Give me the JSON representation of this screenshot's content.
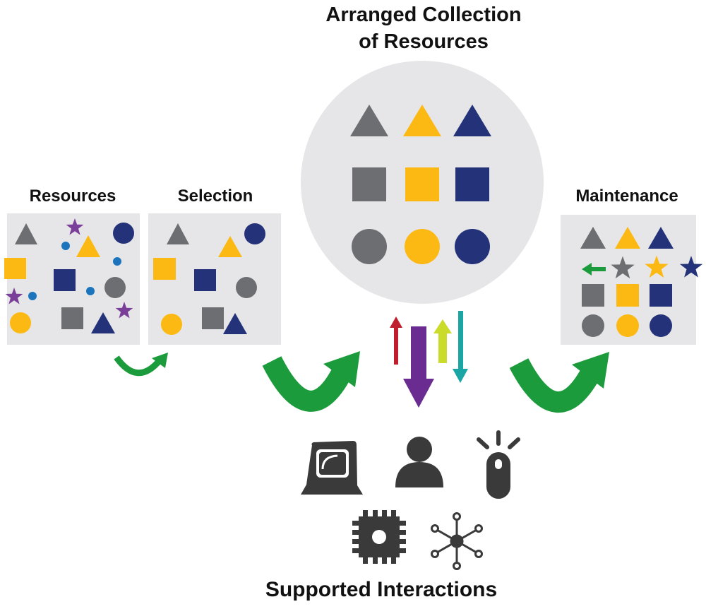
{
  "labels": {
    "resources": "Resources",
    "selection": "Selection",
    "arranged_line1": "Arranged Collection",
    "arranged_line2": "of Resources",
    "maintenance": "Maintenance",
    "supported": "Supported Interactions"
  },
  "colors": {
    "panel": "#e6e6e8",
    "gray": "#6d6e71",
    "yellow": "#fdb913",
    "navy": "#24327a",
    "blue": "#1c75bc",
    "purple": "#7a3f98",
    "green": "#1b9b3b",
    "red": "#be1e2d",
    "lime": "#cbdb2a",
    "teal": "#1ba6a6",
    "violet": "#6a2c91",
    "icon": "#3a3a3a"
  },
  "icons": [
    "computer-terminal-icon",
    "person-icon",
    "sensor-device-icon",
    "microchip-icon",
    "network-node-icon"
  ]
}
